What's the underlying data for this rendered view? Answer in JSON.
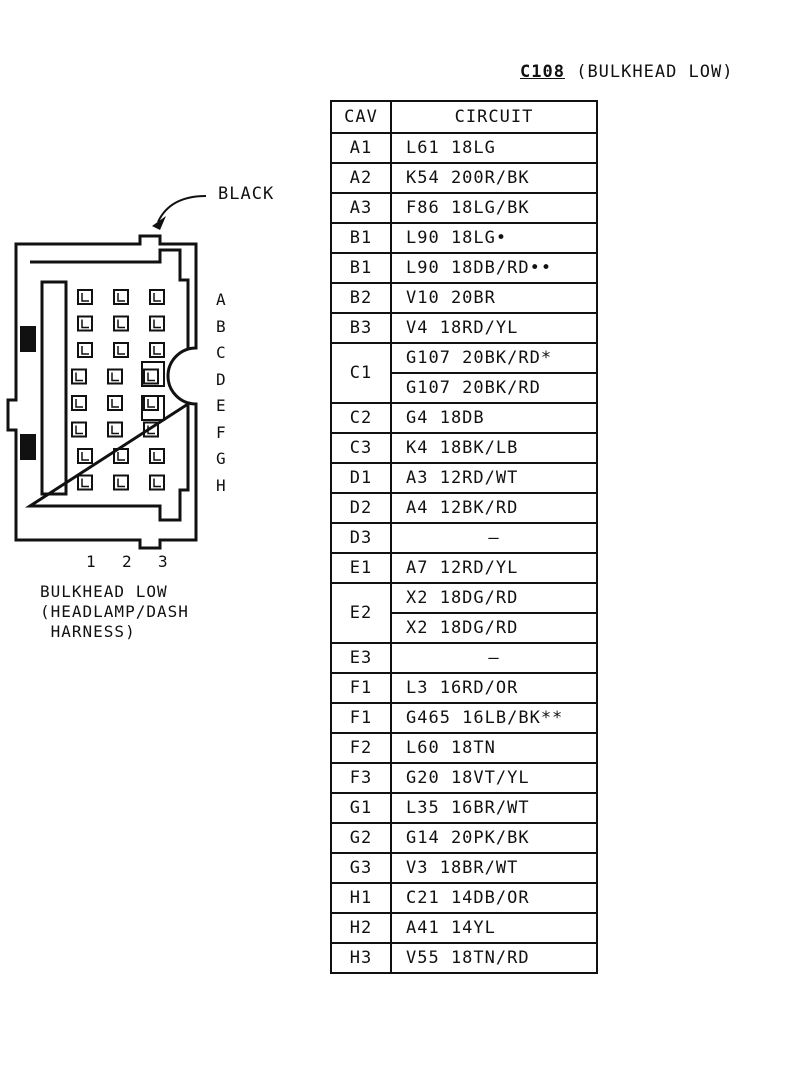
{
  "connector": {
    "code": "C108",
    "name": "(BULKHEAD LOW)",
    "color_label": "BLACK",
    "row_letters": [
      "A",
      "B",
      "C",
      "D",
      "E",
      "F",
      "G",
      "H"
    ],
    "column_numbers": [
      "1",
      "2",
      "3"
    ],
    "caption_lines": [
      "BULKHEAD LOW",
      "(HEADLAMP/DASH",
      " HARNESS)"
    ]
  },
  "table": {
    "headers": {
      "cav": "CAV",
      "circuit": "CIRCUIT"
    },
    "rows": [
      {
        "cav": "A1",
        "circuits": [
          "L61  18LG"
        ]
      },
      {
        "cav": "A2",
        "circuits": [
          "K54  200R/BK"
        ]
      },
      {
        "cav": "A3",
        "circuits": [
          "F86  18LG/BK"
        ]
      },
      {
        "cav": "B1",
        "circuits": [
          "L90  18LG•"
        ]
      },
      {
        "cav": "B1",
        "circuits": [
          "L90  18DB/RD••"
        ]
      },
      {
        "cav": "B2",
        "circuits": [
          "V10  20BR"
        ]
      },
      {
        "cav": "B3",
        "circuits": [
          "V4  18RD/YL"
        ]
      },
      {
        "cav": "C1",
        "circuits": [
          "G107  20BK/RD*",
          "G107  20BK/RD"
        ]
      },
      {
        "cav": "C2",
        "circuits": [
          "G4  18DB"
        ]
      },
      {
        "cav": "C3",
        "circuits": [
          "K4  18BK/LB"
        ]
      },
      {
        "cav": "D1",
        "circuits": [
          "A3  12RD/WT"
        ]
      },
      {
        "cav": "D2",
        "circuits": [
          "A4  12BK/RD"
        ]
      },
      {
        "cav": "D3",
        "circuits": [
          "–"
        ]
      },
      {
        "cav": "E1",
        "circuits": [
          "A7  12RD/YL"
        ]
      },
      {
        "cav": "E2",
        "circuits": [
          "X2  18DG/RD",
          "X2  18DG/RD"
        ]
      },
      {
        "cav": "E3",
        "circuits": [
          "–"
        ]
      },
      {
        "cav": "F1",
        "circuits": [
          "L3  16RD/OR"
        ]
      },
      {
        "cav": "F1",
        "circuits": [
          "G465  16LB/BK**"
        ]
      },
      {
        "cav": "F2",
        "circuits": [
          "L60  18TN"
        ]
      },
      {
        "cav": "F3",
        "circuits": [
          "G20  18VT/YL"
        ]
      },
      {
        "cav": "G1",
        "circuits": [
          "L35  16BR/WT"
        ]
      },
      {
        "cav": "G2",
        "circuits": [
          "G14  20PK/BK"
        ]
      },
      {
        "cav": "G3",
        "circuits": [
          "V3  18BR/WT"
        ]
      },
      {
        "cav": "H1",
        "circuits": [
          "C21  14DB/OR"
        ]
      },
      {
        "cav": "H2",
        "circuits": [
          "A41  14YL"
        ]
      },
      {
        "cav": "H3",
        "circuits": [
          "V55  18TN/RD"
        ]
      }
    ]
  }
}
